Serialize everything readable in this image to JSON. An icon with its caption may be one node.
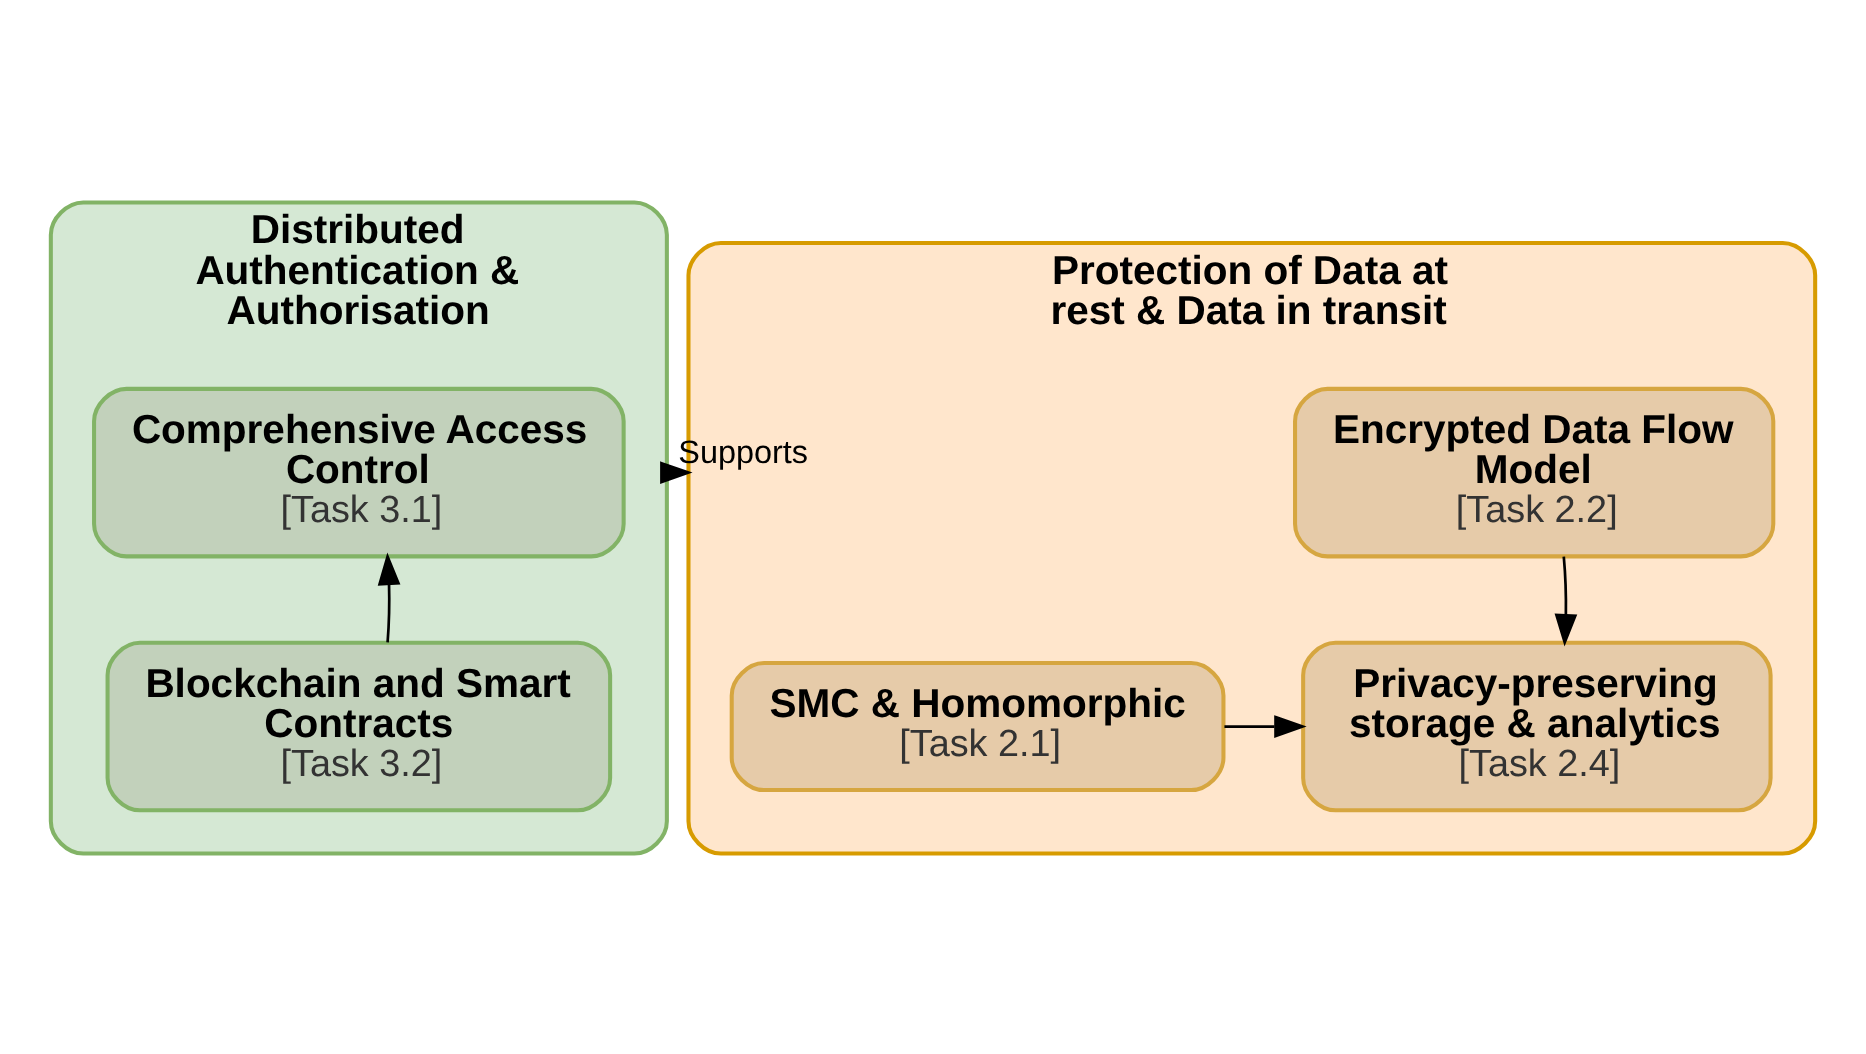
{
  "diagram": {
    "nodes": [
      {
        "text": [
          "Distributed Authentication & Authorisation"
        ]
      },
      {
        "text": [
          "Comprehensive Access Control",
          "[Task 3.1]"
        ],
        "in": 0
      },
      {
        "text": [
          "Blockchain and Smart Contracts",
          "[Task 3.2]"
        ],
        "in": 0
      },
      {
        "text": [
          "Protection of Data at rest & Data in transit"
        ]
      },
      {
        "text": [
          "Encrypted Data Flow Model",
          "[Task 2.2]"
        ],
        "in": 3
      },
      {
        "text": [
          "SMC & Homomorphic",
          "[Task 2.1]"
        ],
        "in": 3
      },
      {
        "text": [
          "Privacy-preserving storage & analytics",
          "[Task 2.4]"
        ],
        "in": 3
      }
    ],
    "edges": [
      {
        "from": 0,
        "to": 3,
        "arrow": "to",
        "label": "Supports"
      },
      {
        "from": 2,
        "to": 1,
        "arrow": "to"
      },
      {
        "from": 4,
        "to": 6,
        "arrow": "to"
      },
      {
        "from": 5,
        "to": 6,
        "arrow": "to"
      }
    ]
  }
}
